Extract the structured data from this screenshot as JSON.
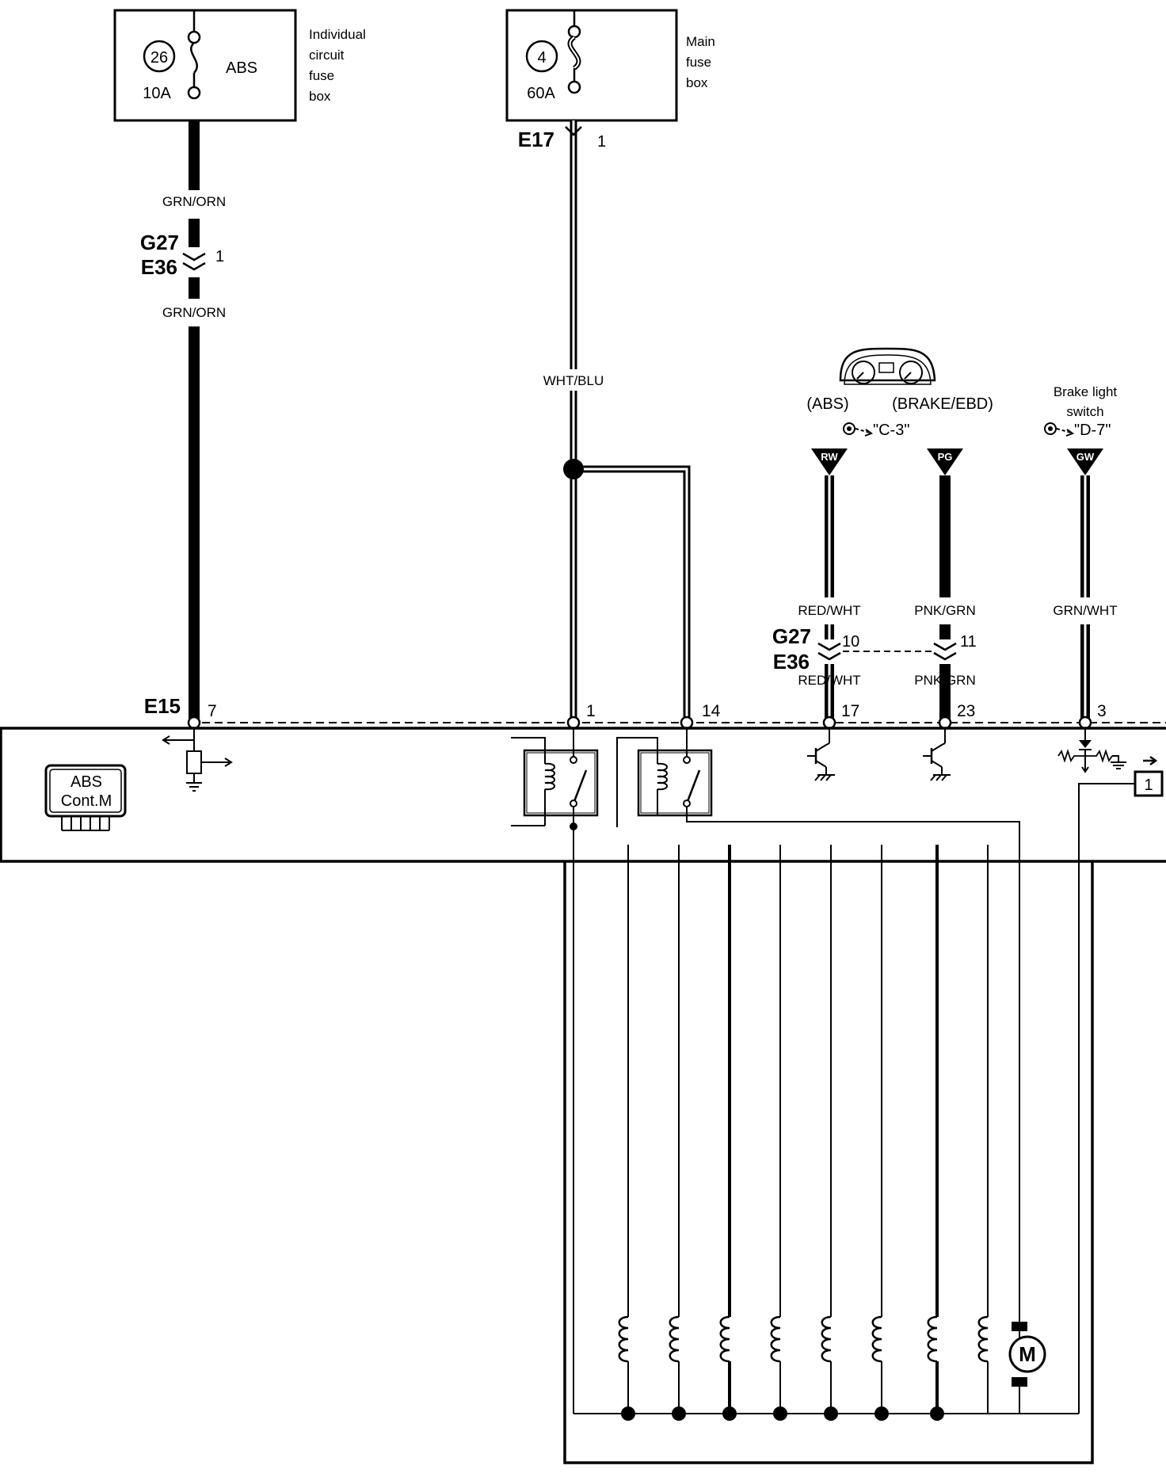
{
  "fuse_boxes": [
    {
      "circle_num": "26",
      "amp": "10A",
      "circuit": "ABS",
      "box_label": [
        "Individual",
        "circuit",
        "fuse",
        "box"
      ]
    },
    {
      "circle_num": "4",
      "amp": "60A",
      "box_label": [
        "Main",
        "fuse",
        "box"
      ]
    }
  ],
  "connectors": {
    "e17": "E17",
    "e17_pin": "1",
    "g27": "G27",
    "e36": "E36",
    "g27_pin": "1",
    "g27b": "G27",
    "e36b": "E36",
    "pin_10": "10",
    "pin_11": "11",
    "e15": "E15"
  },
  "wires": {
    "grn_orn_top": "GRN/ORN",
    "grn_orn_bottom": "GRN/ORN",
    "wht_blu": "WHT/BLU",
    "red_wht_top": "RED/WHT",
    "red_wht_bottom": "RED/WHT",
    "pnk_grn_top": "PNK/GRN",
    "pnk_grn_bottom": "PNK/GRN",
    "grn_wht": "GRN/WHT"
  },
  "pins": {
    "p7": "7",
    "p1": "1",
    "p14": "14",
    "p17": "17",
    "p23": "23",
    "p3": "3"
  },
  "cluster": {
    "abs": "(ABS)",
    "brake_ebd": "(BRAKE/EBD)",
    "ref": "\"C-3\"",
    "rw": "RW",
    "pg": "PG"
  },
  "brake_switch": {
    "line1": "Brake light",
    "line2": "switch",
    "ref": "\"D-7\"",
    "gw": "GW"
  },
  "module": {
    "line1": "ABS",
    "line2": "Cont.M"
  },
  "page_ref": "1",
  "motor": "M"
}
